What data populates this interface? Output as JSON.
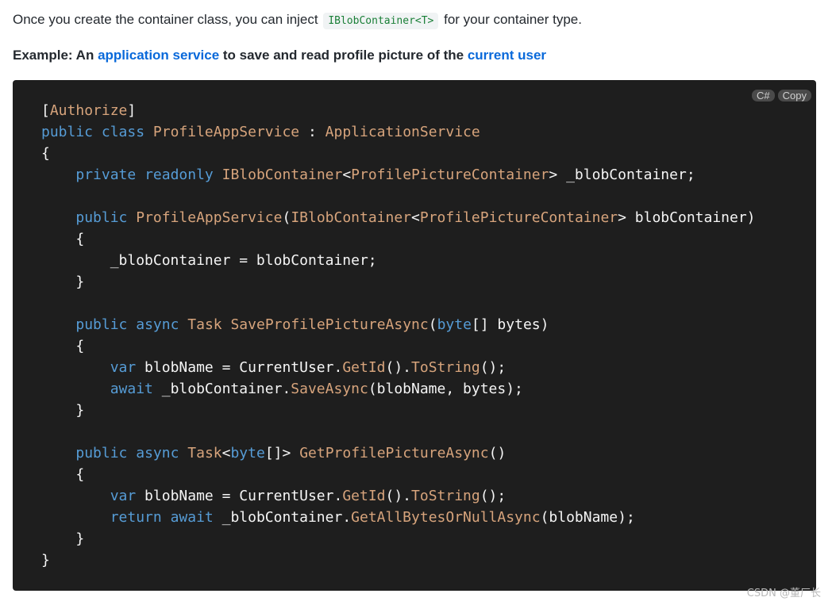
{
  "intro": {
    "before": "Once you create the container class, you can inject ",
    "code": "IBlobContainer<T>",
    "after": " for your container type."
  },
  "example": {
    "prefix": "Example: An ",
    "link1": "application service",
    "middle": " to save and read profile picture of the ",
    "link2": "current user"
  },
  "code_block": {
    "language": "C#",
    "copy_label": "Copy",
    "lines": [
      [
        {
          "t": "[",
          "c": ""
        },
        {
          "t": "Authorize",
          "c": "attr"
        },
        {
          "t": "]",
          "c": ""
        }
      ],
      [
        {
          "t": "public",
          "c": "kw"
        },
        {
          "t": " ",
          "c": ""
        },
        {
          "t": "class",
          "c": "kw"
        },
        {
          "t": " ",
          "c": ""
        },
        {
          "t": "ProfileAppService",
          "c": "ty"
        },
        {
          "t": " : ",
          "c": ""
        },
        {
          "t": "ApplicationService",
          "c": "ty"
        }
      ],
      [
        {
          "t": "{",
          "c": ""
        }
      ],
      [
        {
          "t": "    ",
          "c": ""
        },
        {
          "t": "private",
          "c": "kw"
        },
        {
          "t": " ",
          "c": ""
        },
        {
          "t": "readonly",
          "c": "kw"
        },
        {
          "t": " ",
          "c": ""
        },
        {
          "t": "IBlobContainer",
          "c": "ty"
        },
        {
          "t": "<",
          "c": ""
        },
        {
          "t": "ProfilePictureContainer",
          "c": "ty"
        },
        {
          "t": "> _blobContainer;",
          "c": ""
        }
      ],
      [],
      [
        {
          "t": "    ",
          "c": ""
        },
        {
          "t": "public",
          "c": "kw"
        },
        {
          "t": " ",
          "c": ""
        },
        {
          "t": "ProfileAppService",
          "c": "fn"
        },
        {
          "t": "(",
          "c": ""
        },
        {
          "t": "IBlobContainer",
          "c": "ty"
        },
        {
          "t": "<",
          "c": ""
        },
        {
          "t": "ProfilePictureContainer",
          "c": "ty"
        },
        {
          "t": "> blobContainer)",
          "c": ""
        }
      ],
      [
        {
          "t": "    {",
          "c": ""
        }
      ],
      [
        {
          "t": "        _blobContainer = blobContainer;",
          "c": ""
        }
      ],
      [
        {
          "t": "    }",
          "c": ""
        }
      ],
      [],
      [
        {
          "t": "    ",
          "c": ""
        },
        {
          "t": "public",
          "c": "kw"
        },
        {
          "t": " ",
          "c": ""
        },
        {
          "t": "async",
          "c": "kw"
        },
        {
          "t": " ",
          "c": ""
        },
        {
          "t": "Task",
          "c": "ty"
        },
        {
          "t": " ",
          "c": ""
        },
        {
          "t": "SaveProfilePictureAsync",
          "c": "fn"
        },
        {
          "t": "(",
          "c": ""
        },
        {
          "t": "byte",
          "c": "kw"
        },
        {
          "t": "[] bytes)",
          "c": ""
        }
      ],
      [
        {
          "t": "    {",
          "c": ""
        }
      ],
      [
        {
          "t": "        ",
          "c": ""
        },
        {
          "t": "var",
          "c": "kw"
        },
        {
          "t": " blobName = CurrentUser.",
          "c": ""
        },
        {
          "t": "GetId",
          "c": "fn"
        },
        {
          "t": "().",
          "c": ""
        },
        {
          "t": "ToString",
          "c": "fn"
        },
        {
          "t": "();",
          "c": ""
        }
      ],
      [
        {
          "t": "        ",
          "c": ""
        },
        {
          "t": "await",
          "c": "kw"
        },
        {
          "t": " _blobContainer.",
          "c": ""
        },
        {
          "t": "SaveAsync",
          "c": "fn"
        },
        {
          "t": "(blobName, bytes);",
          "c": ""
        }
      ],
      [
        {
          "t": "    }",
          "c": ""
        }
      ],
      [],
      [
        {
          "t": "    ",
          "c": ""
        },
        {
          "t": "public",
          "c": "kw"
        },
        {
          "t": " ",
          "c": ""
        },
        {
          "t": "async",
          "c": "kw"
        },
        {
          "t": " ",
          "c": ""
        },
        {
          "t": "Task",
          "c": "ty"
        },
        {
          "t": "<",
          "c": ""
        },
        {
          "t": "byte",
          "c": "kw"
        },
        {
          "t": "[]> ",
          "c": ""
        },
        {
          "t": "GetProfilePictureAsync",
          "c": "fn"
        },
        {
          "t": "()",
          "c": ""
        }
      ],
      [
        {
          "t": "    {",
          "c": ""
        }
      ],
      [
        {
          "t": "        ",
          "c": ""
        },
        {
          "t": "var",
          "c": "kw"
        },
        {
          "t": " blobName = CurrentUser.",
          "c": ""
        },
        {
          "t": "GetId",
          "c": "fn"
        },
        {
          "t": "().",
          "c": ""
        },
        {
          "t": "ToString",
          "c": "fn"
        },
        {
          "t": "();",
          "c": ""
        }
      ],
      [
        {
          "t": "        ",
          "c": ""
        },
        {
          "t": "return",
          "c": "kw"
        },
        {
          "t": " ",
          "c": ""
        },
        {
          "t": "await",
          "c": "kw"
        },
        {
          "t": " _blobContainer.",
          "c": ""
        },
        {
          "t": "GetAllBytesOrNullAsync",
          "c": "fn"
        },
        {
          "t": "(blobName);",
          "c": ""
        }
      ],
      [
        {
          "t": "    }",
          "c": ""
        }
      ],
      [
        {
          "t": "}",
          "c": ""
        }
      ]
    ]
  },
  "watermark": "CSDN @董厂长",
  "colors": {
    "link": "#0969da",
    "inline_code": "#1a7f37",
    "code_bg": "#1e1e1e",
    "keyword": "#569cd6",
    "type": "#d7a47c"
  }
}
